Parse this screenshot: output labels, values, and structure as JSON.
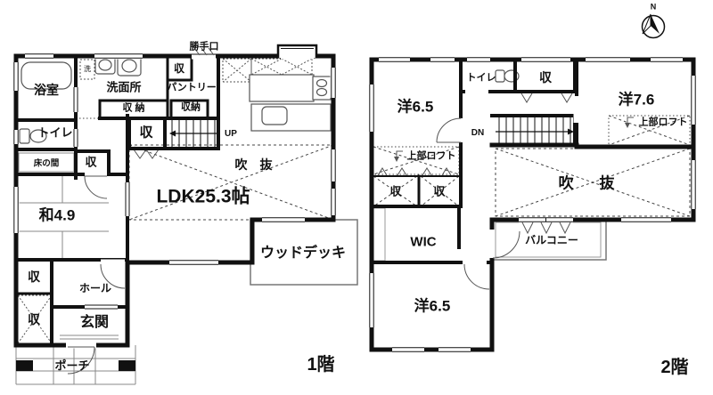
{
  "floor1": {
    "title": "1階",
    "rooms": {
      "bathroom": "浴室",
      "washing_machine": "洗",
      "washroom": "洗面所",
      "back_door": "勝手口",
      "pantry": "パントリー",
      "pantry_storage": "収",
      "storage_wide": "収 納",
      "storage_2": "収納",
      "stair_storage": "収",
      "stairs_up": "UP",
      "toilet": "トイレ",
      "tokonoma": "床の間",
      "tokonoma_storage": "収",
      "japanese_room": "和4.9",
      "ldk": "LDK25.3帖",
      "atrium_void": "吹 抜",
      "wood_deck": "ウッドデッキ",
      "hall": "ホール",
      "entrance": "玄関",
      "porch": "ポーチ",
      "storage_lower_1": "収",
      "storage_lower_2": "収"
    }
  },
  "floor2": {
    "title": "2階",
    "rooms": {
      "bedroom_nw": "洋6.5",
      "toilet": "トイレ",
      "storage_north": "収",
      "bedroom_ne": "洋7.6",
      "upper_loft_right": "上部ロフト",
      "stairs_down": "DN",
      "upper_loft_left": "上部ロフト",
      "storage_a": "収",
      "storage_b": "収",
      "atrium_void": "吹 抜",
      "wic": "WIC",
      "balcony": "バルコニー",
      "bedroom_south": "洋6.5"
    }
  },
  "compass": {
    "north": "N"
  },
  "colors": {
    "wall": "#111111",
    "fixture_line": "#555555",
    "background": "#ffffff"
  }
}
